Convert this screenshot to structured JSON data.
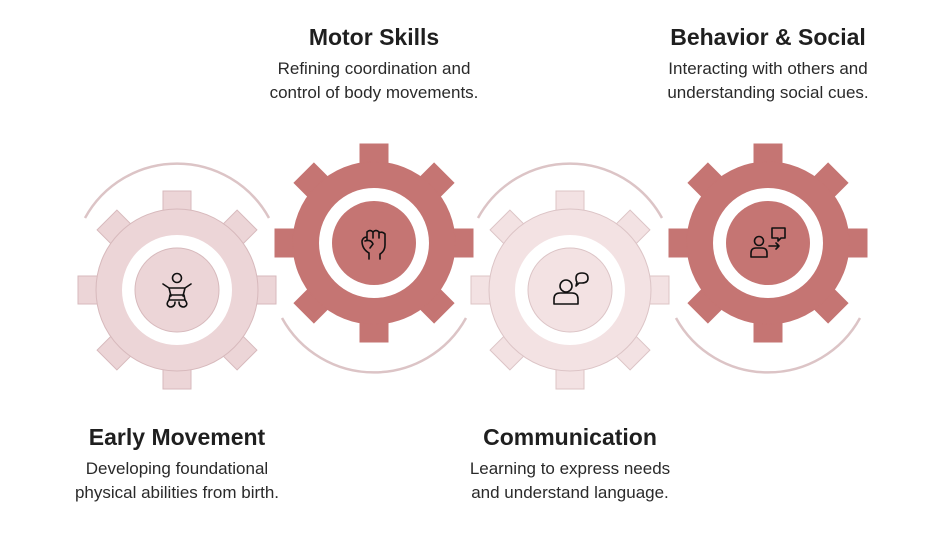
{
  "colors": {
    "light_gear": "#ecd5d7",
    "lighter_gear": "#f3e2e3",
    "dark_gear": "#c57573",
    "outline": "#d7b9bc",
    "arc": "#dcc4c6"
  },
  "stages": [
    {
      "title": "Early Movement",
      "lines": [
        "Developing foundational",
        "physical abilities from birth."
      ],
      "icon": "baby-icon"
    },
    {
      "title": "Motor Skills",
      "lines": [
        "Refining coordination and",
        "control of body movements."
      ],
      "icon": "fist-icon"
    },
    {
      "title": "Communication",
      "lines": [
        "Learning to express needs",
        "and understand language."
      ],
      "icon": "person-speech-icon"
    },
    {
      "title": "Behavior & Social",
      "lines": [
        "Interacting with others and",
        "understanding social cues."
      ],
      "icon": "person-interaction-icon"
    }
  ]
}
